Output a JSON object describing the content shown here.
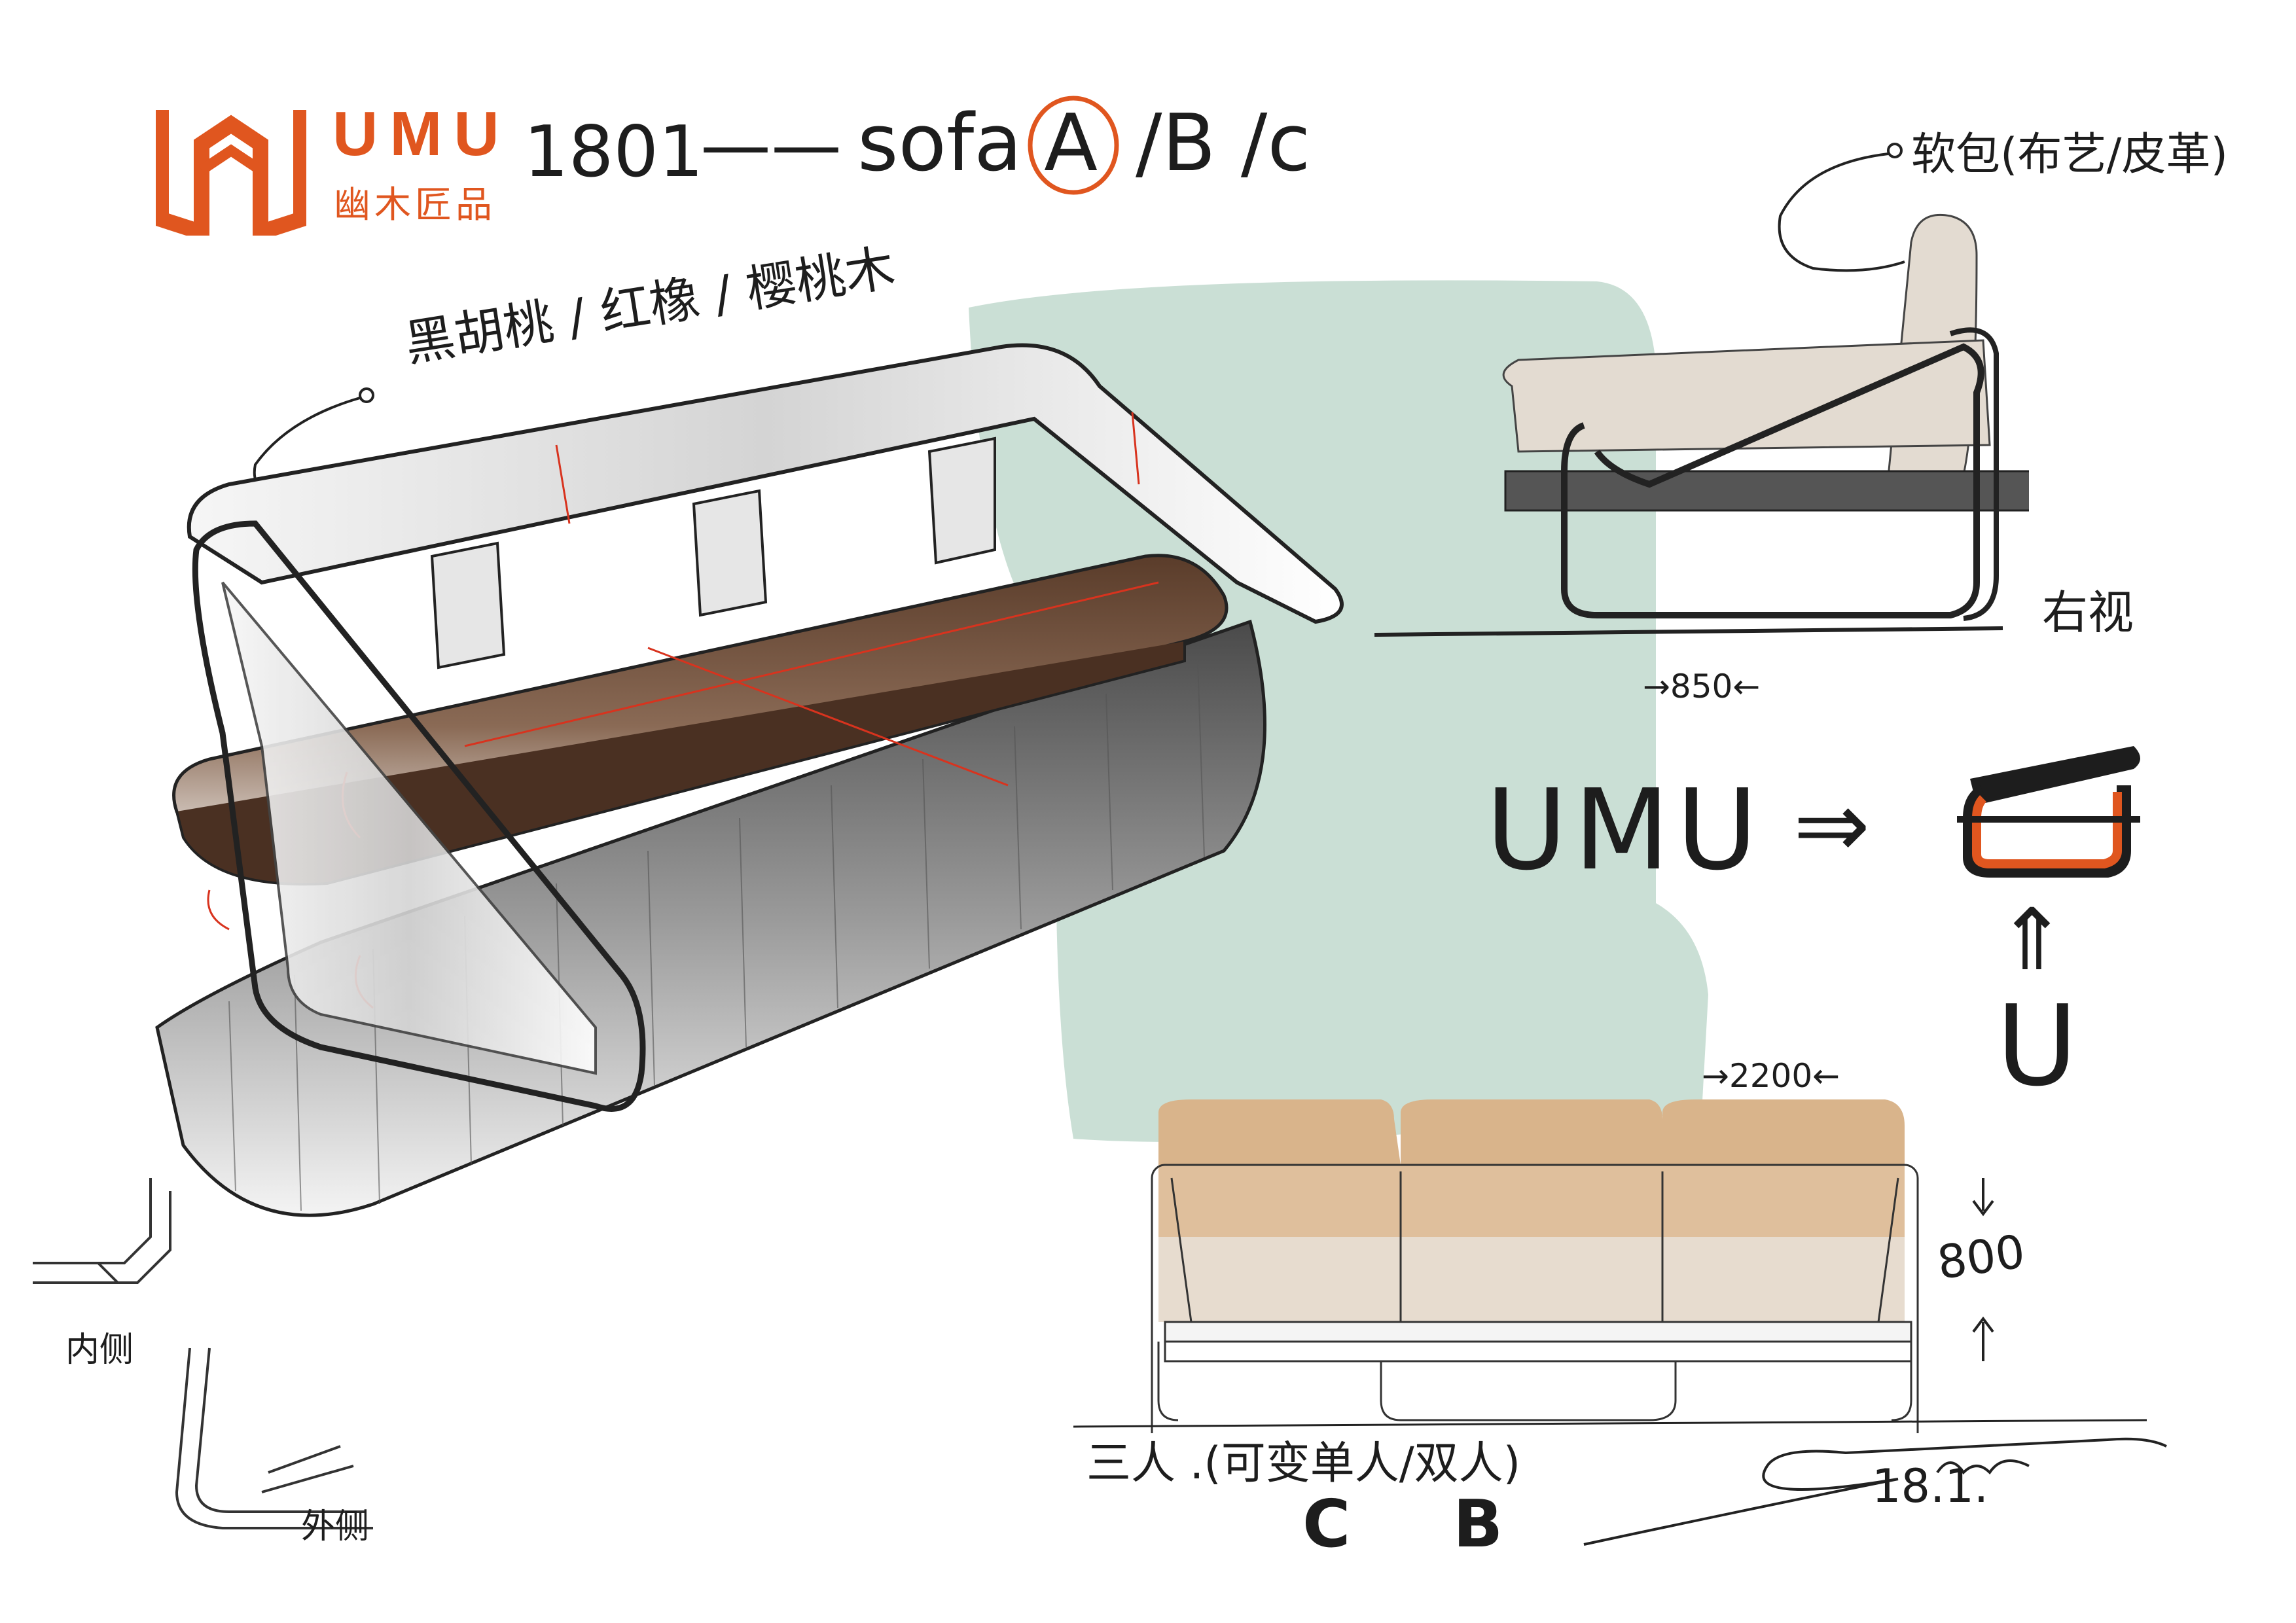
{
  "header": {
    "logo_word": "UMU",
    "logo_sub": "幽木匠品",
    "model_code": "1801",
    "dash": "——",
    "option_prefix": "sofa",
    "option_a": "A",
    "option_b": "/B /c"
  },
  "annotations": {
    "wood_material": "黑胡桃 / 红橡 / 樱桃木",
    "soft_package": "软包(布艺/皮革)",
    "side_view": "右视",
    "inner_side": "内侧",
    "outer_side": "外侧",
    "seats": "三人 .(可变单人/双人)",
    "variant_c": "C",
    "variant_b": "B",
    "signature_date": "18.1."
  },
  "dimensions": {
    "depth": "→850←",
    "width": "→2200←",
    "height": "800"
  },
  "logic": {
    "brand": "UMU",
    "arrow_right": "⇒",
    "arrow_up": "⇑",
    "letter": "U"
  },
  "colors": {
    "accent": "#e0561f",
    "teal_bg": "#c7ddd3",
    "wood": "#6b4a35",
    "cushion": "#d9b48b",
    "cushion_light": "#e7dccf",
    "frame": "#e9e9e9",
    "ink": "#1d1d1d"
  }
}
